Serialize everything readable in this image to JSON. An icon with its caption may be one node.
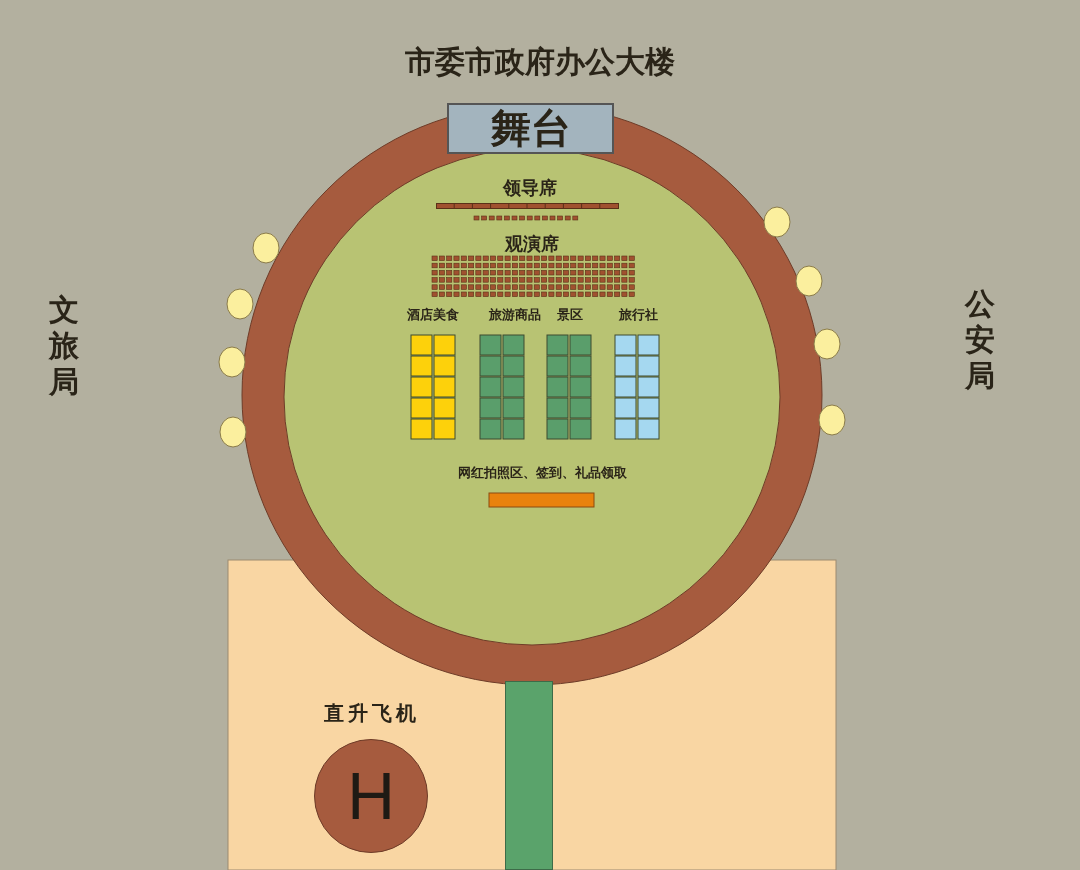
{
  "diagram": {
    "nodes": [
      {
        "text": [
          "舞台"
        ]
      },
      {
        "text": [
          "领导席"
        ]
      },
      {
        "text": [
          "观演席"
        ]
      },
      {
        "text": [
          "酒店美食"
        ]
      },
      {
        "text": [
          "旅游商品"
        ]
      },
      {
        "text": [
          "景区"
        ]
      },
      {
        "text": [
          "旅行社"
        ]
      },
      {
        "text": [
          "网红拍照区、签到、礼品领取"
        ]
      },
      {
        "text": [
          "H"
        ],
        "beside": [
          "直升飞机"
        ]
      },
      {
        "text": [],
        "shape": "box"
      }
    ],
    "labels": [
      "市委市政府办公大楼",
      "文旅局",
      "公安局"
    ]
  }
}
